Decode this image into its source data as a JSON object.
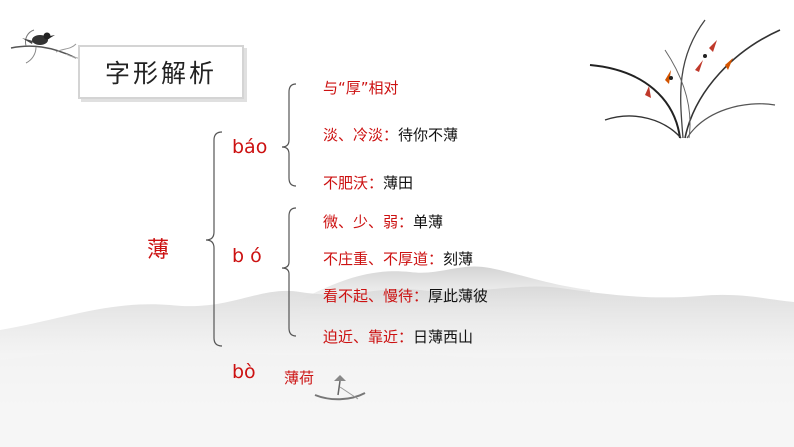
{
  "title": "字形解析",
  "character": "薄",
  "pronunciations": [
    {
      "pinyin": "báo",
      "meanings": [
        {
          "red": "与“厚”相对",
          "black": ""
        },
        {
          "red": "淡、冷淡：",
          "black": "待你不薄"
        },
        {
          "red": "不肥沃：",
          "black": "薄田"
        }
      ]
    },
    {
      "pinyin": "b ó",
      "meanings": [
        {
          "red": "微、少、弱：",
          "black": "单薄"
        },
        {
          "red": "不庄重、不厚道：",
          "black": "刻薄"
        },
        {
          "red": "看不起、慢待：",
          "black": "厚此薄彼"
        },
        {
          "red": "迫近、靠近：",
          "black": "日薄西山"
        }
      ]
    },
    {
      "pinyin": "bò",
      "word": "薄荷"
    }
  ],
  "colors": {
    "accent": "#cc1111",
    "text": "#111111"
  },
  "decor": [
    "bird-icon",
    "orchid-icon",
    "boat-icon",
    "mountain-wash"
  ]
}
